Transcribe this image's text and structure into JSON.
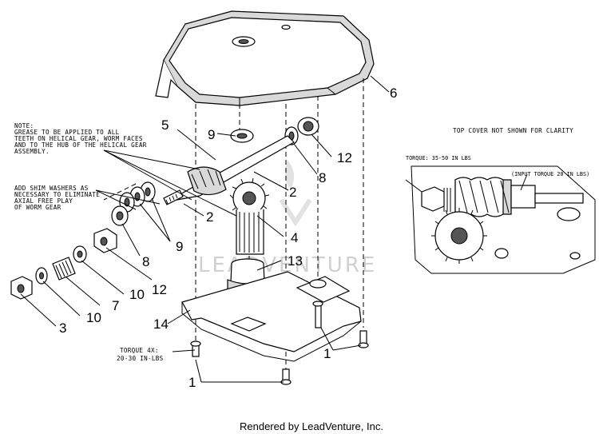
{
  "notes": {
    "grease_note": [
      "NOTE:",
      "GREASE TO BE APPLIED TO ALL",
      "TEETH ON HELICAL GEAR, WORM FACES",
      "AND TO THE HUB OF THE HELICAL GEAR",
      "ASSEMBLY."
    ],
    "shim_note": [
      "ADD SHIM WASHERS AS",
      "NECESSARY TO ELIMINATE",
      "AXIAL FREE PLAY",
      "OF WORM GEAR"
    ],
    "torque_4x": [
      "TORQUE 4X:",
      "20-30 IN-LBS"
    ],
    "top_cover_note": "TOP COVER NOT SHOWN FOR CLARITY",
    "torque_inset": "TORQUE: 35-50 IN LBS",
    "input_torque": "(INPUT TORQUE 20 IN LBS)"
  },
  "callouts": {
    "c6": "6",
    "c5": "5",
    "c9a": "9",
    "c12a": "12",
    "c8a": "8",
    "c2a": "2",
    "c2b": "2",
    "c9b": "9",
    "c4": "4",
    "c8b": "8",
    "c12b": "12",
    "c13": "13",
    "c10a": "10",
    "c7": "7",
    "c10b": "10",
    "c3": "3",
    "c14": "14",
    "c1a": "1",
    "c1b": "1"
  },
  "watermark": "LEADVENTURE",
  "footer": "Rendered by LeadVenture, Inc."
}
